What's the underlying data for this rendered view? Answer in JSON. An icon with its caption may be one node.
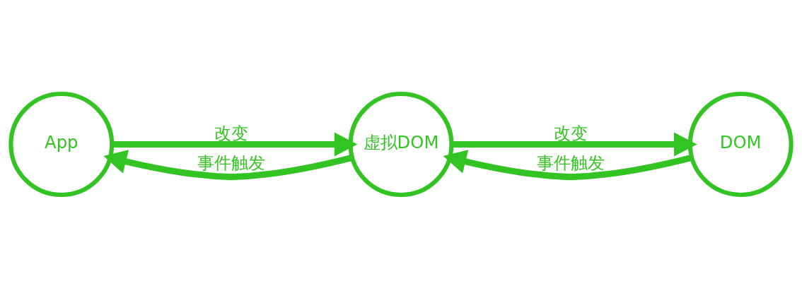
{
  "diagram": {
    "nodes": [
      {
        "text": [
          "App"
        ]
      },
      {
        "text": [
          "虚拟DOM"
        ]
      },
      {
        "text": [
          "DOM"
        ]
      }
    ],
    "edges": [
      {
        "from": 0,
        "to": 1,
        "arrow": "to",
        "label": "改变"
      },
      {
        "from": 1,
        "to": 2,
        "arrow": "to",
        "label": "改变"
      },
      {
        "from": 2,
        "to": 1,
        "arrow": "to",
        "label": "事件触发"
      },
      {
        "from": 1,
        "to": 0,
        "arrow": "to",
        "label": "事件触发"
      }
    ]
  }
}
